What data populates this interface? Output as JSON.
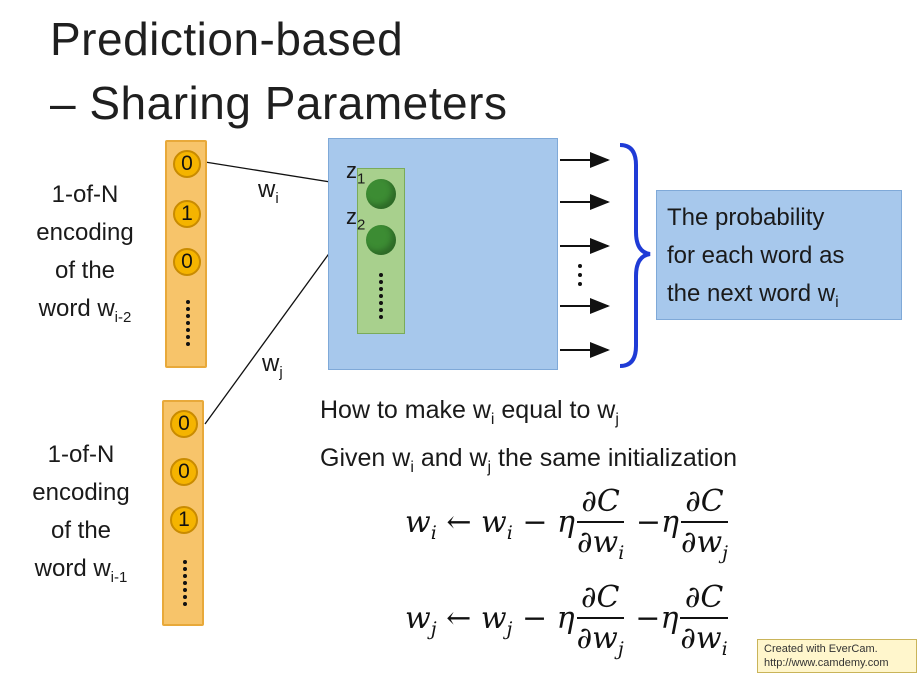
{
  "title": {
    "line1": "Prediction-based",
    "line2": "– Sharing Parameters"
  },
  "input_top": {
    "label_lines": [
      "1-of-N",
      "encoding",
      "of the",
      "word w"
    ],
    "label_subscript": "i-2",
    "bits": [
      "0",
      "1",
      "0"
    ]
  },
  "input_bottom": {
    "label_lines": [
      "1-of-N",
      "encoding",
      "of the",
      "word w"
    ],
    "label_subscript": "i-1",
    "bits": [
      "0",
      "0",
      "1"
    ]
  },
  "weights": {
    "wi": "w",
    "wi_sub": "i",
    "wj": "w",
    "wj_sub": "j"
  },
  "hidden": {
    "z1": "z",
    "z1_sub": "1",
    "z2": "z",
    "z2_sub": "2"
  },
  "output": {
    "lines": [
      "The probability",
      "for each word as",
      "the next word w"
    ],
    "subscript": "i"
  },
  "question": {
    "prefix": "How to make w",
    "sub_i": "i",
    "middle": " equal to w",
    "sub_j": "j"
  },
  "given": {
    "prefix": "Given w",
    "sub_i": "i",
    "middle": " and w",
    "sub_j": "j",
    "suffix": " the same initialization"
  },
  "equations": {
    "w": "w",
    "arrow": "←",
    "minus": "−",
    "eta": "η",
    "dC": "∂C",
    "dw": "∂w",
    "i": "i",
    "j": "j"
  },
  "watermark": {
    "line1": "Created with EverCam.",
    "line2": "http://www.camdemy.com"
  },
  "colors": {
    "vector_fill": "#f7c46a",
    "bit_fill": "#f5b400",
    "nn_box": "#a7c8ec",
    "hidden_layer": "#a8d08d",
    "neuron": "#3c8c33",
    "brace": "#1f3bd6"
  }
}
